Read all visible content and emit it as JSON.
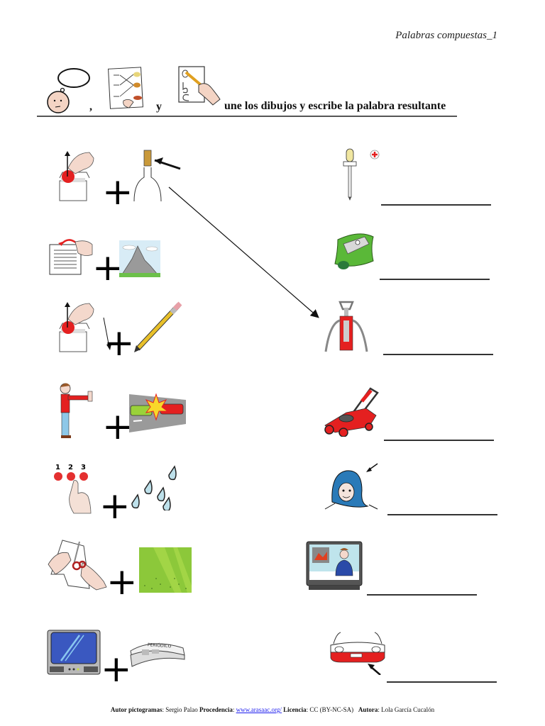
{
  "header": {
    "title": "Palabras compuestas_1",
    "instruction": {
      "comma": ",",
      "conjunction": "y",
      "text": "une los dibujos y escribe la palabra resultante",
      "icons": [
        "think-icon",
        "match-drawings-icon",
        "write-icon"
      ]
    }
  },
  "left_column": {
    "rows": [
      {
        "first": "sacar-icon",
        "plus": "+",
        "second": "corcho-bottle-icon"
      },
      {
        "first": "pasar-pagina-icon",
        "plus": "+",
        "second": "monte-icon"
      },
      {
        "first": "sacar-icon",
        "plus": "+",
        "second": "pencil-icon"
      },
      {
        "first": "parar-icon",
        "plus": "+",
        "second": "choque-icon"
      },
      {
        "first": "cuenta-icon",
        "plus": "+",
        "second": "gotas-icon"
      },
      {
        "first": "cortar-icon",
        "plus": "+",
        "second": "cesped-icon"
      },
      {
        "first": "tele-icon",
        "plus": "+",
        "second": "periodico-icon"
      }
    ]
  },
  "right_column": {
    "items": [
      {
        "icon": "dropper-icon",
        "answer": ""
      },
      {
        "icon": "sharpener-icon",
        "answer": ""
      },
      {
        "icon": "corkscrew-icon",
        "answer": ""
      },
      {
        "icon": "lawnmower-icon",
        "answer": ""
      },
      {
        "icon": "balaclava-icon",
        "answer": ""
      },
      {
        "icon": "news-broadcast-icon",
        "answer": ""
      },
      {
        "icon": "car-bumper-icon",
        "answer": ""
      }
    ]
  },
  "connection": {
    "from": "corcho-bottle-icon",
    "to": "corkscrew-icon"
  },
  "periodico_label": "PERIÓDICO",
  "counting_numbers": [
    "1",
    "2",
    "3"
  ],
  "footer": {
    "pictos_label": "Autor pictogramas",
    "pictos_author": ": Sergio Palao ",
    "source_label": "Procedencia",
    "source_sep": ": ",
    "source_link": "www.arasaac.org/",
    "license_label": " Licencia",
    "license_value": ": CC (BY-NC-SA)   ",
    "author_label": "Autora",
    "author_value": ": Lola García Cucalón"
  }
}
